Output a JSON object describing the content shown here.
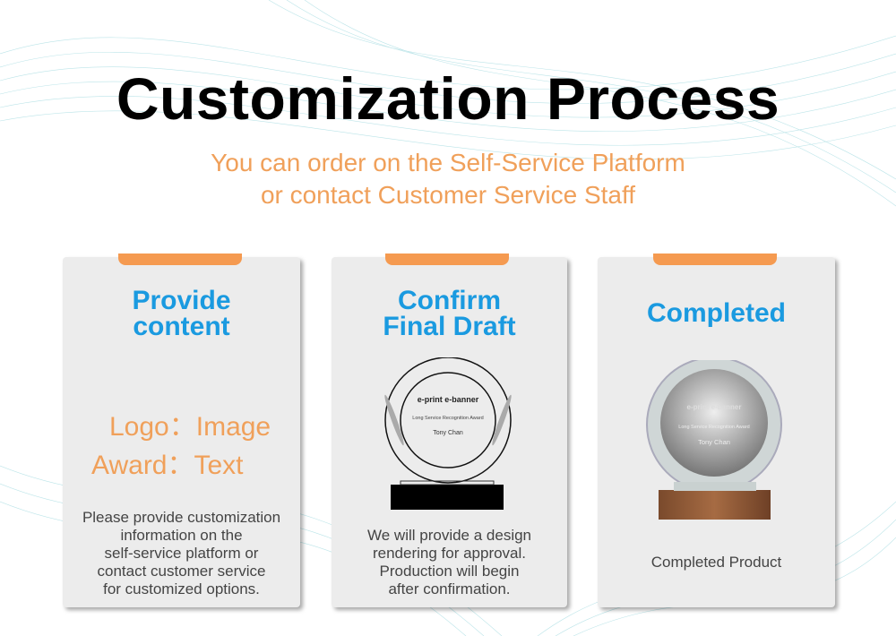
{
  "header": {
    "title": "Customization Process",
    "subtitle_line1": "You can order on the Self-Service Platform",
    "subtitle_line2": "or contact Customer Service Staff"
  },
  "colors": {
    "accent_orange": "#f59a50",
    "heading_blue": "#1a9ae0",
    "card_bg": "#ececec"
  },
  "steps": [
    {
      "heading_line1": "Provide",
      "heading_line2": "content",
      "logo_label": "Logo：Image",
      "award_label": "Award：Text",
      "desc": [
        "Please provide customization",
        "information on the",
        "self-service platform or",
        "contact customer service",
        "for customized options."
      ]
    },
    {
      "heading_line1": "Confirm",
      "heading_line2": "Final Draft",
      "desc": [
        "We will provide a design",
        "rendering for approval.",
        "Production will begin",
        "after confirmation."
      ]
    },
    {
      "heading_line1": "Completed",
      "desc": [
        "Completed Product"
      ]
    }
  ],
  "award": {
    "brand": "e-print e-banner",
    "award_name": "Long Service Recognition Award",
    "recipient": "Tony Chan"
  }
}
